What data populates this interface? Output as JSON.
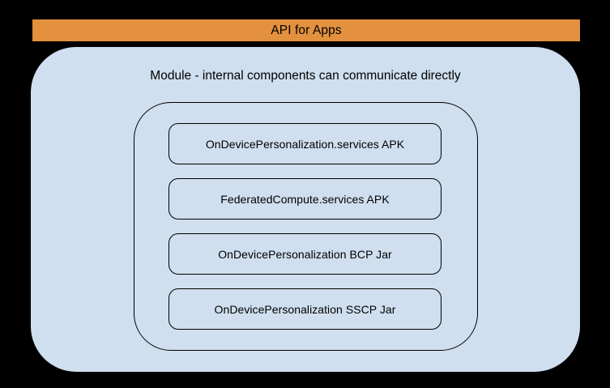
{
  "diagram": {
    "title": "API for Apps",
    "title_bar_color": "#e3913f",
    "title_text_color": "#000000",
    "panel_color": "#cfdfef",
    "stroke_color": "#000000",
    "background_color": "#000000",
    "module": {
      "caption": "Module - internal components can communicate directly",
      "components": [
        {
          "label": "OnDevicePersonalization.services APK"
        },
        {
          "label": "FederatedCompute.services APK"
        },
        {
          "label": "OnDevicePersonalization BCP Jar"
        },
        {
          "label": "OnDevicePersonalization SSCP Jar"
        }
      ]
    }
  }
}
